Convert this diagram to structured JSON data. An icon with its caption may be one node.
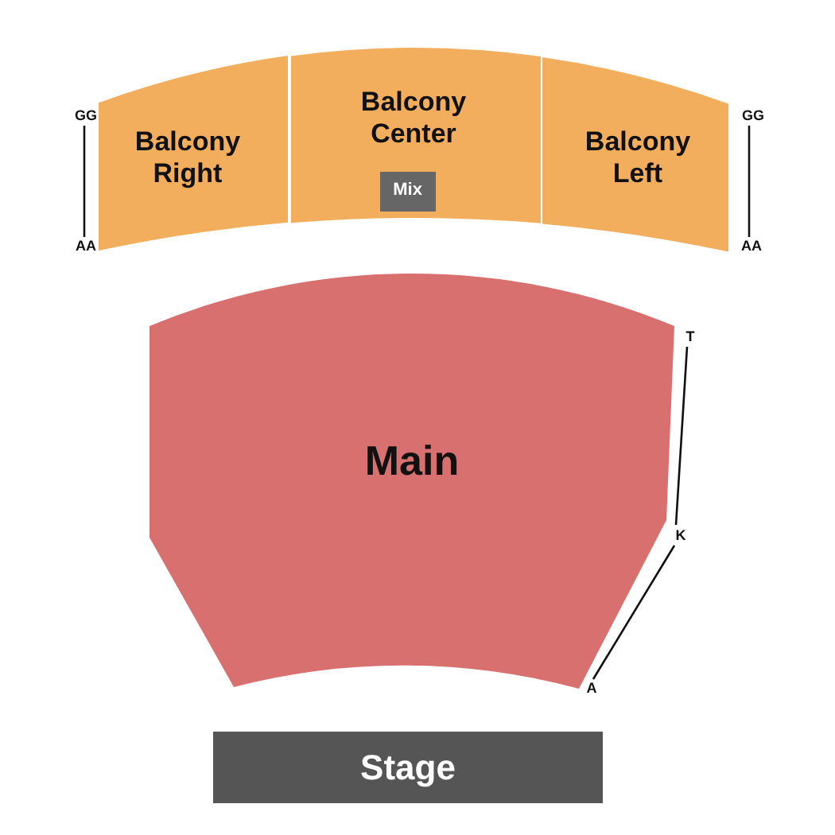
{
  "diagram": {
    "nodes": [
      {
        "text": [
          "Balcony Right"
        ],
        "beside": [
          "GG",
          "AA"
        ]
      },
      {
        "text": [
          "Balcony Center"
        ]
      },
      {
        "text": [
          "Mix"
        ],
        "in": 1
      },
      {
        "text": [
          "Balcony Left"
        ],
        "beside": [
          "GG",
          "AA"
        ]
      },
      {
        "text": [
          "Main"
        ],
        "beside": [
          "T",
          "K",
          "A"
        ]
      },
      {
        "text": [
          "Stage"
        ]
      }
    ]
  }
}
